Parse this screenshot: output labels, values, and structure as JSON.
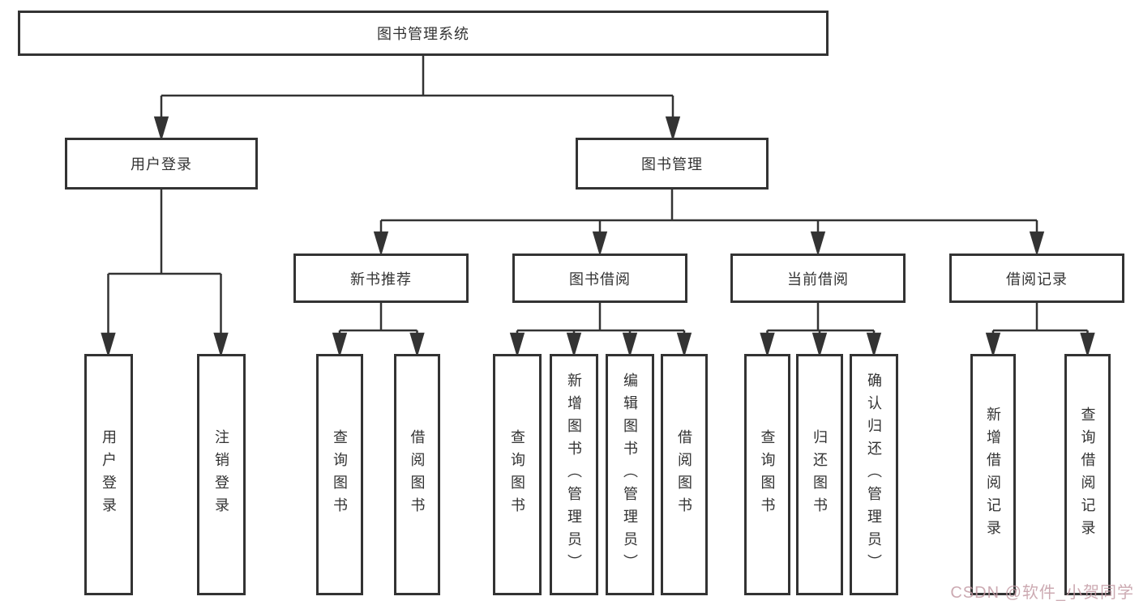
{
  "tree": {
    "root": {
      "label": "图书管理系统",
      "children": [
        {
          "label": "用户登录",
          "children": [
            {
              "label": "用户登录"
            },
            {
              "label": "注销登录"
            }
          ]
        },
        {
          "label": "图书管理",
          "children": [
            {
              "label": "新书推荐",
              "children": [
                {
                  "label": "查询图书"
                },
                {
                  "label": "借阅图书"
                }
              ]
            },
            {
              "label": "图书借阅",
              "children": [
                {
                  "label": "查询图书"
                },
                {
                  "label": "新增图书（管理员）"
                },
                {
                  "label": "编辑图书（管理员）"
                },
                {
                  "label": "借阅图书"
                }
              ]
            },
            {
              "label": "当前借阅",
              "children": [
                {
                  "label": "查询图书"
                },
                {
                  "label": "归还图书"
                },
                {
                  "label": "确认归还（管理员）"
                }
              ]
            },
            {
              "label": "借阅记录",
              "children": [
                {
                  "label": "新增借阅记录"
                },
                {
                  "label": "查询借阅记录"
                }
              ]
            }
          ]
        }
      ]
    }
  },
  "watermark": "CSDN @软件_小贺同学",
  "colors": {
    "line": "#333333",
    "box_border": "#333333",
    "text": "#333333",
    "watermark": "#c39ba5",
    "background": "#ffffff"
  }
}
